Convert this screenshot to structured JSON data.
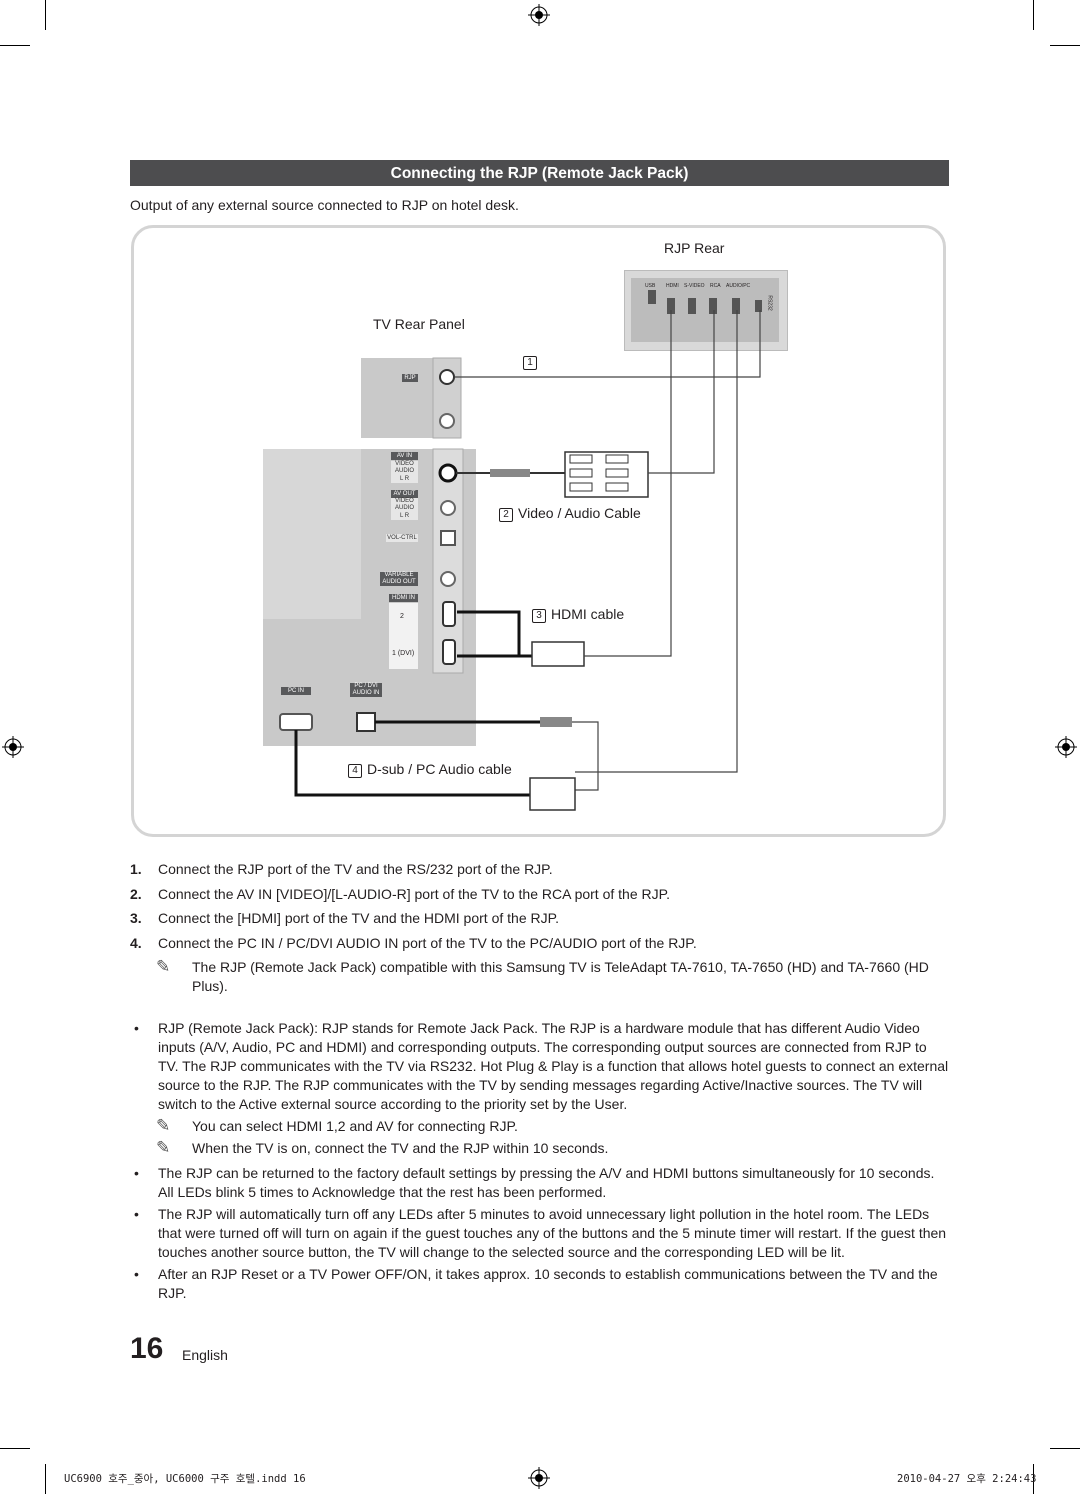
{
  "section": {
    "title": "Connecting the RJP (Remote Jack Pack)",
    "intro": "Output of any external source connected to RJP on hotel desk."
  },
  "diagram": {
    "rjp_rear": "RJP Rear",
    "tv_rear_panel": "TV Rear Panel",
    "rjp_ports": [
      "USB",
      "HDMI",
      "S-VIDEO",
      "RCA",
      "AUDIO/PC"
    ],
    "rjp_side_port": "RS232",
    "tv_labels": {
      "rjp": "RJP",
      "av_in": "AV IN",
      "av_in_sub": "VIDEO AUDIO",
      "lr": "L  R",
      "av_out": "AV OUT",
      "av_out_sub": "VIDEO AUDIO",
      "vol_ctrl": "VOL-CTRL",
      "variable_audio_out": "VARIABLE AUDIO OUT",
      "hdmi_in": "HDMI IN",
      "hdmi_2": "2",
      "hdmi_1": "1 (DVI)",
      "pc_in": "PC IN",
      "pc_dvi_audio_in": "PC / DVI AUDIO IN"
    },
    "callouts": [
      {
        "num": "1",
        "text": ""
      },
      {
        "num": "2",
        "text": "Video / Audio Cable"
      },
      {
        "num": "3",
        "text": "HDMI cable"
      },
      {
        "num": "4",
        "text": "D-sub / PC Audio cable"
      }
    ]
  },
  "steps": [
    {
      "num": "1.",
      "parts": [
        "Connect the ",
        "RJP",
        " port of the TV and the RS/232 port of the ",
        "RJP",
        "."
      ]
    },
    {
      "num": "2.",
      "parts": [
        "Connect the ",
        "AV IN [VIDEO]/[L-AUDIO-R]",
        " port of the TV to the RCA port of the ",
        "RJP",
        "."
      ]
    },
    {
      "num": "3.",
      "parts": [
        "Connect the ",
        "[HDMI]",
        " port of the TV and the HDMI port of the ",
        "RJP",
        "."
      ]
    },
    {
      "num": "4.",
      "parts": [
        "Connect the ",
        "PC IN / PC/DVI AUDIO IN",
        " port of the TV to the PC/AUDIO port of the ",
        "RJP",
        "."
      ]
    }
  ],
  "step_note": {
    "icon": "note-pencil-icon",
    "parts": [
      "The ",
      "RJP",
      " (Remote Jack Pack) compatible with this Samsung TV is TeleAdapt TA-7610, TA-7650 (HD) and TA-7660 (HD Plus)."
    ]
  },
  "bullets": [
    {
      "parts": [
        "RJP (Remote Jack Pack)",
        ": RJP stands for Remote Jack Pack. The RJP is a hardware module that has different Audio Video inputs (A/V, Audio, PC and HDMI) and corresponding outputs. The corresponding output sources are connected from RJP to TV. The RJP communicates with the TV via RS232. Hot Plug & Play is a function that allows hotel guests to connect an external source to the RJP. The RJP communicates with the TV by sending messages regarding Active/Inactive sources. The TV will switch to the Active external source according to the priority set by the User."
      ],
      "notes": [
        {
          "parts": [
            "You can select ",
            "HDMI",
            " 1,2 and ",
            "AV",
            " for connecting ",
            "RJP",
            "."
          ]
        },
        {
          "parts": [
            "When the TV is on, connect the TV and the ",
            "RJP",
            " within 10 seconds."
          ]
        }
      ]
    },
    {
      "parts": [
        "",
        "The RJP can be returned to the factory default settings by pressing the A/V and HDMI buttons simultaneously for 10 seconds. All LEDs blink 5 times to Acknowledge that the rest has been performed."
      ],
      "notes": []
    },
    {
      "parts": [
        "",
        "The RJP will automatically turn off any LEDs after 5 minutes to avoid unnecessary light pollution in the hotel room. The LEDs that were turned off will turn on again if the guest touches any of the buttons and the 5 minute timer will restart. If the guest then touches another source button, the TV will change to the selected source and the corresponding LED will be lit."
      ],
      "notes": []
    },
    {
      "parts": [
        "",
        "After an RJP Reset or a TV Power OFF/ON, it takes approx. 10 seconds to establish communications between the TV and the RJP."
      ],
      "notes": []
    }
  ],
  "page": {
    "number": "16",
    "language": "English"
  },
  "footer": {
    "left": "UC6900 호주_중아, UC6000 구주 호텔.indd   16",
    "right": "2010-04-27   오후 2:24:43"
  }
}
